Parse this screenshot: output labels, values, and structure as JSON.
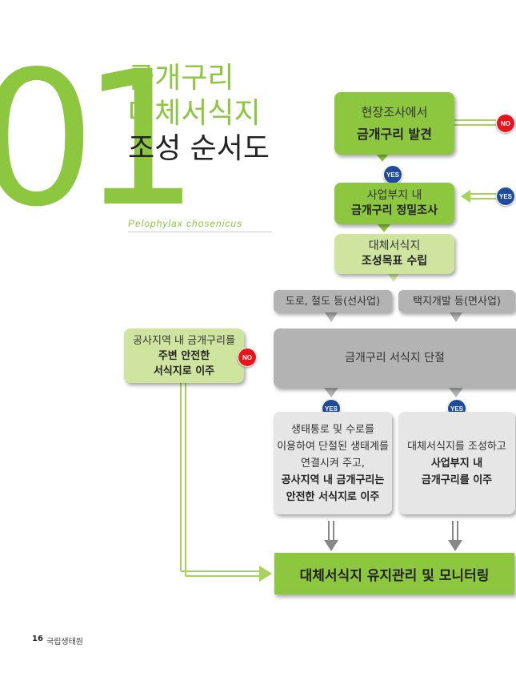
{
  "heading": {
    "number": "01",
    "line1": "금개구리",
    "line2": "대체서식지",
    "line3": "조성 순서도",
    "scientific_name": "Pelophylax chosenicus"
  },
  "colors": {
    "green": "#8dc63f",
    "light_green": "#cfe59f",
    "grey": "#b3b3b3",
    "light_grey": "#e6e6e6",
    "yes_blue": "#1e4c9a",
    "no_red": "#e8141c"
  },
  "flow": {
    "step1": {
      "line1": "현장조사에서",
      "line2": "금개구리 발견"
    },
    "step2": {
      "line1": "사업부지 내",
      "line2": "금개구리 정밀조사"
    },
    "step3": {
      "line1": "대체서식지",
      "line2": "조성목표 수립"
    },
    "branch_left": "도로, 철도 등(선사업)",
    "branch_right": "택지개발 등(면사업)",
    "disconnect": "금개구리 서식지 단절",
    "relocate": {
      "line1": "공사지역 내 금개구리를",
      "line2": "주변 안전한",
      "line3": "서식지로 이주"
    },
    "option_left": {
      "line1": "생태통로 및 수로를",
      "line2": "이용하여 단절된 생태계를",
      "line3": "연결시켜 주고,",
      "line4": "공사지역 내 금개구리는",
      "line5": "안전한 서식지로 이주"
    },
    "option_right": {
      "line1": "대체서식지를 조성하고",
      "line2": "사업부지 내",
      "line3": "금개구리를 이주"
    },
    "final": "대체서식지 유지관리 및 모니터링",
    "yes": "YES",
    "no": "NO"
  },
  "footer": {
    "page": "16",
    "org": "국립생태원"
  }
}
